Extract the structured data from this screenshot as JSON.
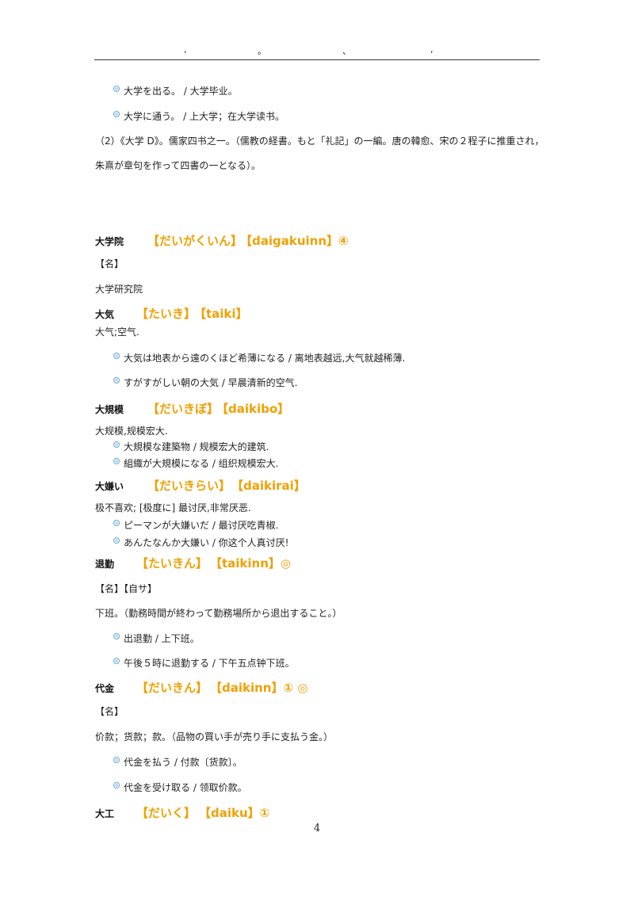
{
  "header": {
    "marks": [
      ",",
      "。",
      "、",
      ","
    ]
  },
  "top": {
    "example1": "大学を出る。 / 大学毕业。",
    "example2": "大学に通う。 / 上大学；在大学读书。",
    "para_line1": "（2）《大学 D》。儒家四书之一。（儒教の経書。もと「礼記」の一編。唐の韓愈、宋の２程子に推重され，",
    "para_line2": "朱熹が章句を作って四書の一となる）。"
  },
  "entries": {
    "daigakuin": {
      "word": "大学院",
      "kana": "【だいがくいん】",
      "romaji": "【daigakuinn】④",
      "pos": "【名】",
      "meaning": "大学研究院"
    },
    "taiki": {
      "word": "大気",
      "kana": "【たいき】",
      "romaji": "【taiki】",
      "meaning": "大气;空气.",
      "examples": [
        "大気は地表から遠のくほど希薄になる / 离地表越远,大气就越稀薄.",
        "すがすがしい朝の大気 / 早晨清新的空气."
      ]
    },
    "daikibo": {
      "word": "大規模",
      "kana": "【だいきぼ】",
      "romaji": "【daikibo】",
      "meaning": "大规模,规模宏大.",
      "examples": [
        "大規模な建築物 / 规模宏大的建筑.",
        "組織が大規模になる / 组织规模宏大."
      ]
    },
    "daikirai": {
      "word": "大嫌い",
      "kana": "【だいきらい】",
      "romaji": "【daikirai】",
      "meaning": "极不喜欢; [极度に] 最讨厌,非常厌恶.",
      "examples": [
        "ピーマンが大嫌いだ / 最讨厌吃青椒.",
        "あんたなんか大嫌い / 你这个人真讨厌!"
      ]
    },
    "taikin": {
      "word": "退勤",
      "kana": "【たいきん】",
      "romaji": "【taikinn】◎",
      "pos": "【名】【自サ】",
      "meaning": "下班。（勤務時間が終わって勤務場所から退出すること。）",
      "examples": [
        "出退勤 / 上下班。",
        "午後５時に退勤する / 下午五点钟下班。"
      ]
    },
    "daikin": {
      "word": "代金",
      "kana": "【だいきん】",
      "romaji": "【daikinn】① ◎",
      "pos": "【名】",
      "meaning": "价款；货款；款。（品物の買い手が売り手に支払う金。）",
      "examples": [
        "代金を払う / 付款〔货款〕。",
        "代金を受け取る / 领取价款。"
      ]
    },
    "daiku": {
      "word": "大工",
      "kana": "【だいく】",
      "romaji": "【daiku】①"
    }
  },
  "page_number": "4"
}
